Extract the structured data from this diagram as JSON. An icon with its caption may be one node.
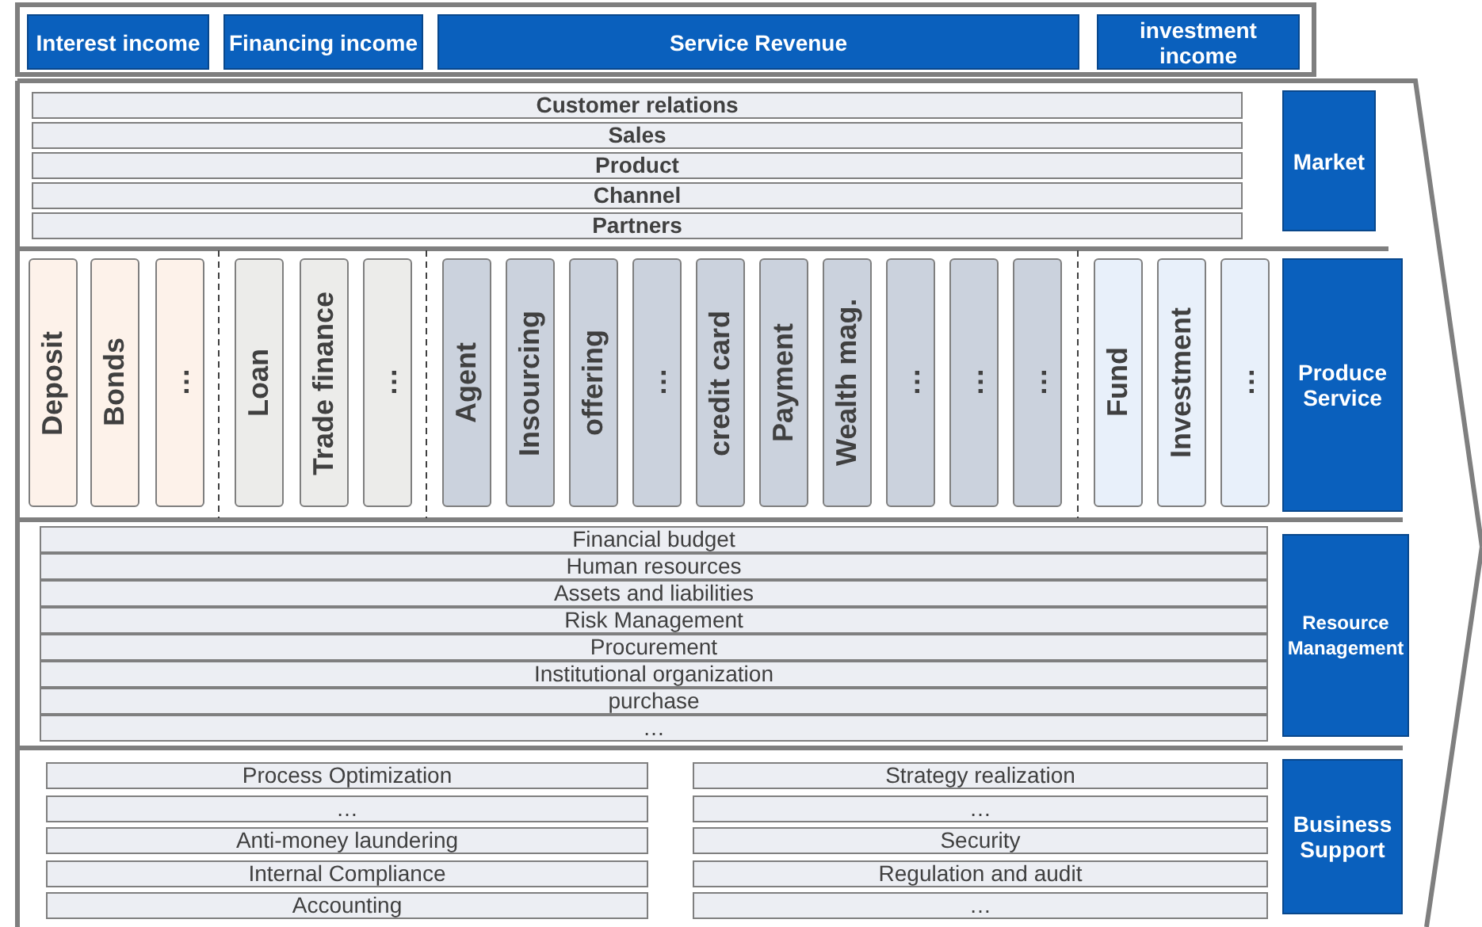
{
  "diagram": {
    "nodes": [
      {
        "text": [
          "Interest income"
        ]
      },
      {
        "text": [
          "Financing income"
        ]
      },
      {
        "text": [
          "Service Revenue"
        ]
      },
      {
        "text": [
          "investment income"
        ]
      },
      {
        "text": [
          "Customer relations"
        ]
      },
      {
        "text": [
          "Sales"
        ]
      },
      {
        "text": [
          "Product"
        ]
      },
      {
        "text": [
          "Channel"
        ]
      },
      {
        "text": [
          "Partners"
        ]
      },
      {
        "text": [
          "Market"
        ]
      },
      {
        "text": [
          "Deposit"
        ]
      },
      {
        "text": [
          "Bonds"
        ]
      },
      {
        "text": [
          "…"
        ]
      },
      {
        "text": [
          "Loan"
        ]
      },
      {
        "text": [
          "Trade finance"
        ]
      },
      {
        "text": [
          "…"
        ]
      },
      {
        "text": [
          "Agent"
        ]
      },
      {
        "text": [
          "Insourcing"
        ]
      },
      {
        "text": [
          "offering"
        ]
      },
      {
        "text": [
          "…"
        ]
      },
      {
        "text": [
          "credit card"
        ]
      },
      {
        "text": [
          "Payment"
        ]
      },
      {
        "text": [
          "Wealth mag."
        ]
      },
      {
        "text": [
          "…"
        ]
      },
      {
        "text": [
          "…"
        ]
      },
      {
        "text": [
          "…"
        ]
      },
      {
        "text": [
          "Fund"
        ]
      },
      {
        "text": [
          "Investment"
        ]
      },
      {
        "text": [
          "…"
        ]
      },
      {
        "text": [
          "Produce Service"
        ]
      },
      {
        "text": [
          "Financial budget"
        ]
      },
      {
        "text": [
          "Human resources"
        ]
      },
      {
        "text": [
          "Assets and liabilities"
        ]
      },
      {
        "text": [
          "Risk Management"
        ]
      },
      {
        "text": [
          "Procurement"
        ]
      },
      {
        "text": [
          "Institutional organization"
        ]
      },
      {
        "text": [
          "purchase"
        ]
      },
      {
        "text": [
          "…"
        ]
      },
      {
        "text": [
          "Resource Management"
        ]
      },
      {
        "text": [
          "Process Optimization"
        ]
      },
      {
        "text": [
          "…"
        ]
      },
      {
        "text": [
          "Anti-money laundering"
        ]
      },
      {
        "text": [
          "Internal Compliance"
        ]
      },
      {
        "text": [
          "Accounting"
        ]
      },
      {
        "text": [
          "Strategy realization"
        ]
      },
      {
        "text": [
          "…"
        ]
      },
      {
        "text": [
          "Security"
        ]
      },
      {
        "text": [
          "Regulation and audit"
        ]
      },
      {
        "text": [
          "…"
        ]
      },
      {
        "text": [
          "Business Support"
        ]
      }
    ],
    "edges": []
  }
}
